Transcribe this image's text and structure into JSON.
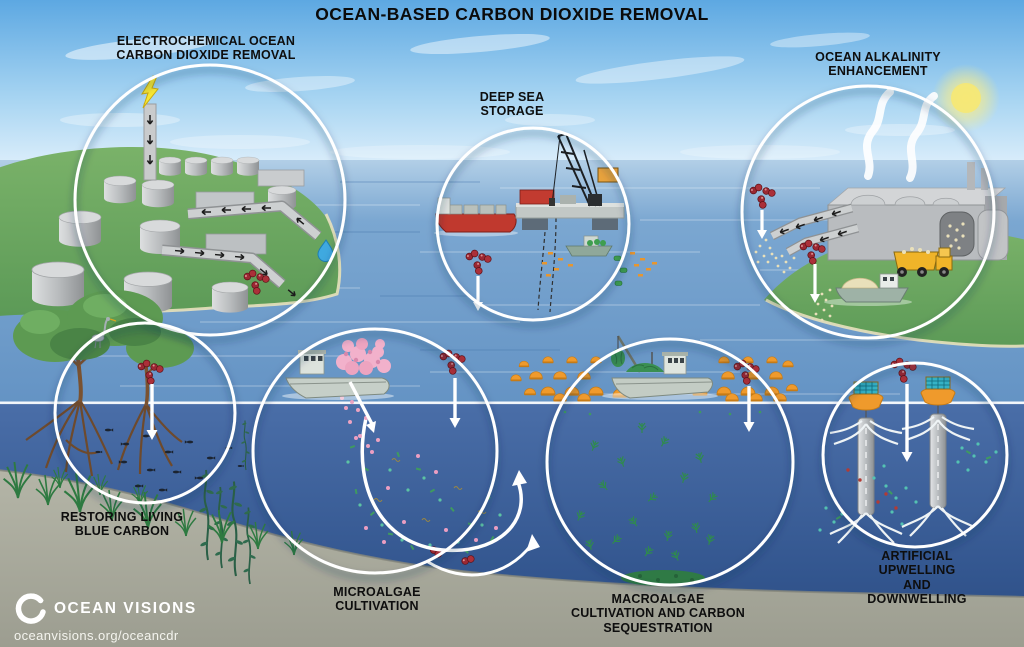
{
  "title": "OCEAN-BASED CARBON DIOXIDE REMOVAL",
  "methods": {
    "electrochemical": {
      "label": "ELECTROCHEMICAL OCEAN\nCARBON DIOXIDE REMOVAL"
    },
    "deep_sea_storage": {
      "label": "DEEP SEA\nSTORAGE"
    },
    "ocean_alkalinity": {
      "label": "OCEAN ALKALINITY\nENHANCEMENT"
    },
    "blue_carbon": {
      "label": "RESTORING LIVING\nBLUE CARBON"
    },
    "microalgae": {
      "label": "MICROALGAE\nCULTIVATION"
    },
    "macroalgae": {
      "label": "MACROALGAE\nCULTIVATION AND CARBON\nSEQUESTRATION"
    },
    "upwelling": {
      "label": "ARTIFICIAL\nUPWELLING AND\nDOWNWELLING"
    }
  },
  "footer": {
    "brand": "OCEAN VISIONS",
    "url": "oceanvisions.org/oceancdr"
  },
  "colors": {
    "co2_red": "#9b2833",
    "buoy_orange": "#ef9a2c",
    "deep_water": "#33568f",
    "surface_water": "#6f9cc9",
    "sky_blue": "#8ec6ed",
    "land_green": "#6ca867",
    "seafloor_gray": "#a9aa9c",
    "arrow_white": "#ffffff"
  }
}
